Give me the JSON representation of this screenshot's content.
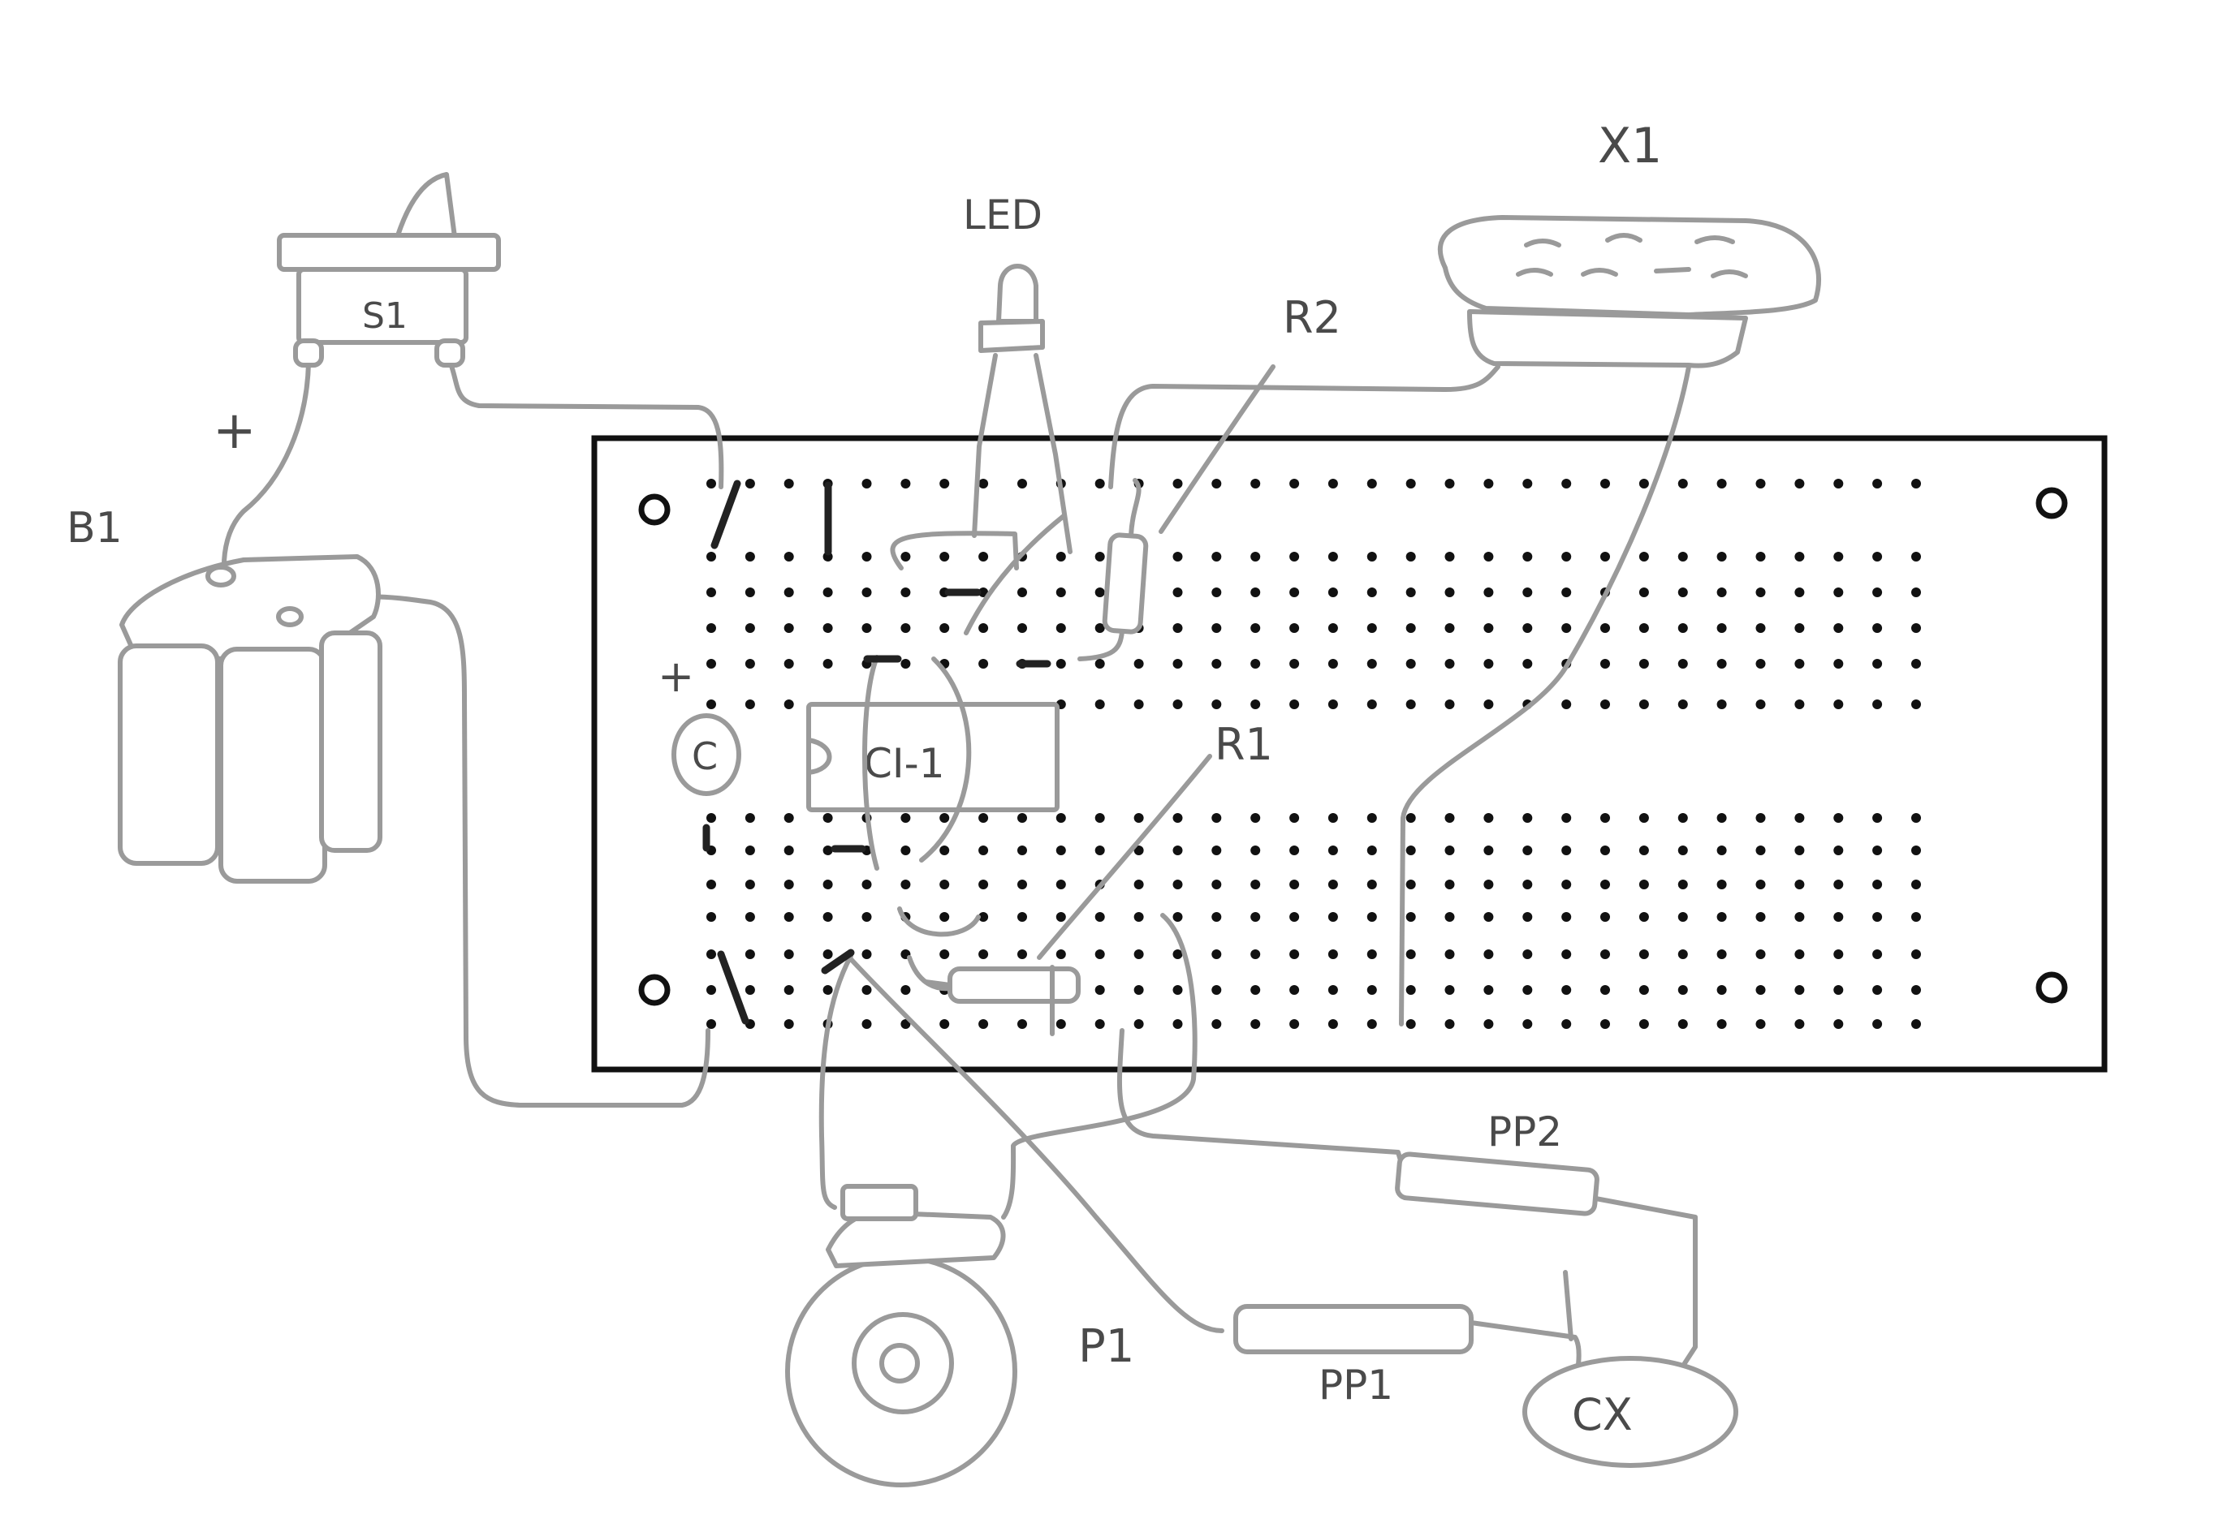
{
  "labels": {
    "switch": "S1",
    "battery": "B1",
    "battery_plus": "+",
    "led": "LED",
    "crystal": "X1",
    "r2": "R2",
    "r1": "R1",
    "ic": "CI-1",
    "capacitor": "C",
    "capacitor_plus": "+",
    "pot": "P1",
    "pp1": "PP1",
    "pp2": "PP2",
    "cx": "CX"
  },
  "colors": {
    "wire": "#9a9a9a",
    "board_outline": "#111111",
    "hole": "#111111",
    "label": "#4a4a4a"
  }
}
